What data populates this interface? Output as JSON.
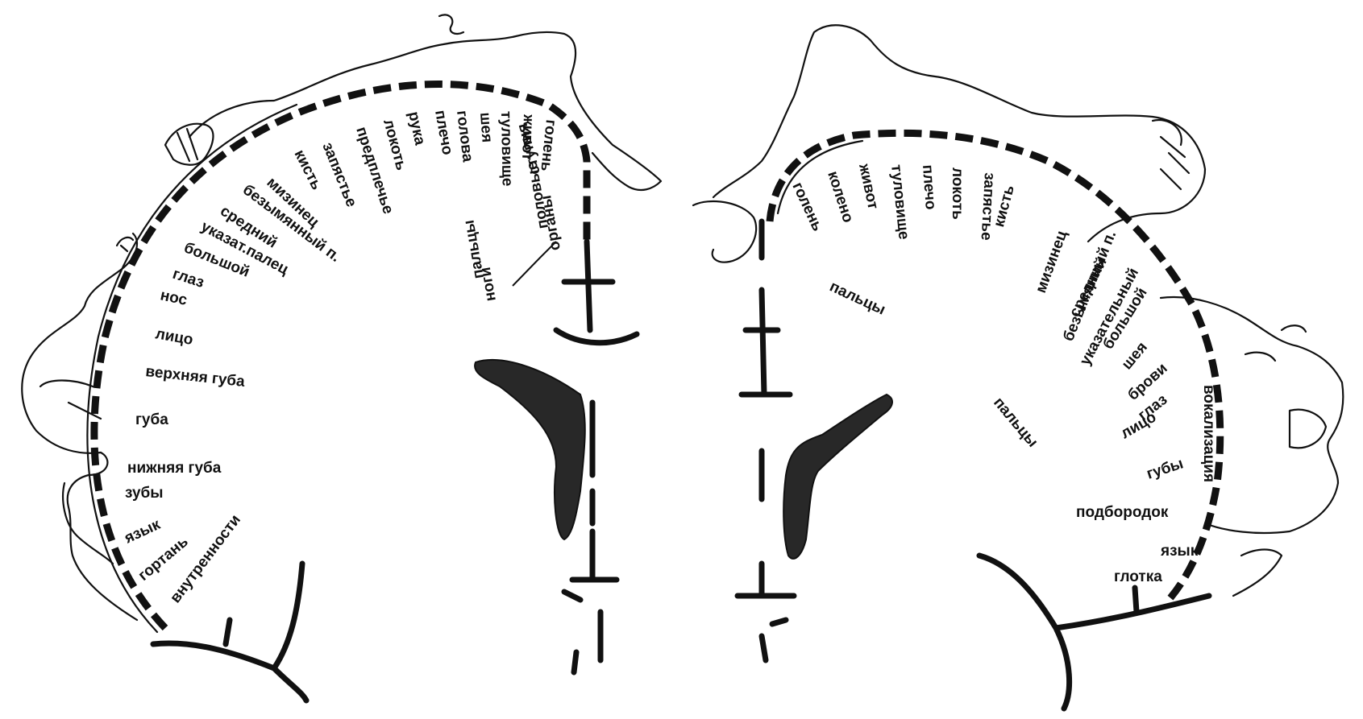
{
  "diagram": {
    "left_hemisphere": {
      "labels": {
        "kist": "кисть",
        "zapyastye": "запястье",
        "predplechye": "предплечье",
        "lokot": "локоть",
        "ruka": "рука",
        "plecho": "плечо",
        "golova": "голова",
        "sheya": "шея",
        "tulovishche": "туловище",
        "zhivot": "живот",
        "golen": "голень",
        "stupnya": "ступня",
        "polovye_organy_1": "половые",
        "polovye_organy_2": "органы",
        "paltsy_nogi_1": "пальцы",
        "paltsy_nogi_2": "ноги",
        "mizinets": "мизинец",
        "bezymyannyy": "безымянный п.",
        "sredniy": "средний",
        "ukazat": "указат.палец",
        "bolshoy": "большой",
        "glaz": "глаз",
        "nos": "нос",
        "litso": "лицо",
        "verkhnyaya_guba": "верхняя губа",
        "guba": "губа",
        "nizhnyaya_guba": "нижняя губа",
        "zuby": "зубы",
        "yazyk": "язык",
        "gortan": "гортань",
        "vnutrennosti": "внутренности"
      }
    },
    "right_hemisphere": {
      "labels": {
        "golen": "голень",
        "koleno": "колено",
        "zhivot": "живот",
        "tulovishche": "туловище",
        "plecho": "плечо",
        "lokot": "локоть",
        "zapyastye": "запястье",
        "kist": "кисть",
        "paltsy_top": "пальцы",
        "mizinets": "мизинец",
        "bezymyannyy": "безымянный п.",
        "sredniy": "средний",
        "ukazatelnyy": "указательный",
        "bolshoy": "большой",
        "paltsy": "пальцы",
        "sheya": "шея",
        "brovi": "брови",
        "glaz": "глаз",
        "litso": "лицо",
        "guby": "губы",
        "vokalizatsiya": "вокализация",
        "podborodok": "подбородок",
        "yazyk": "язык",
        "glotka": "глотка"
      }
    }
  }
}
